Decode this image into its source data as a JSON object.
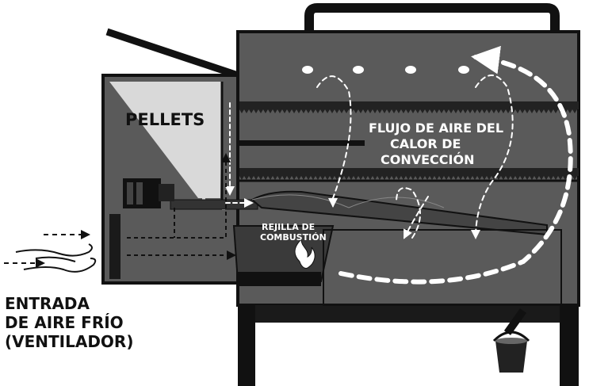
{
  "labels": {
    "pellets": "PELLETS",
    "airflow_line1": "FLUJO DE AIRE DEL",
    "airflow_line2": "CALOR DE",
    "airflow_line3": "CONVECCIÓN",
    "grate_line1": "REJILLA DE",
    "grate_line2": "COMBUSTIÓN",
    "intake_line1": "ENTRADA",
    "intake_line2": "DE AIRE FRÍO",
    "intake_line3": "(VENTILADOR)"
  },
  "colors": {
    "body": "#5a5a5a",
    "body_dark": "#2b2b2b",
    "outline": "#111111",
    "pellets": "#d9d9d9",
    "arrow_light": "#ffffff",
    "arrow_dark": "#111111"
  },
  "icons": [
    "fan-motor-icon",
    "flame-icon",
    "grease-bucket-icon",
    "cold-air-wind-icon"
  ]
}
